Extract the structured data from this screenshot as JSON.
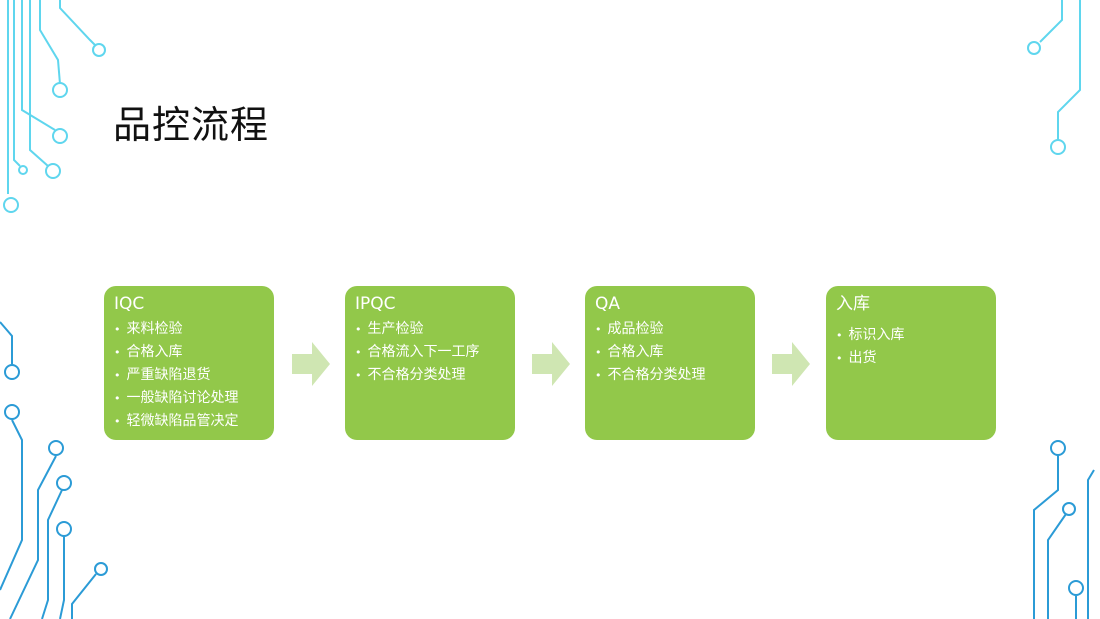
{
  "title": "品控流程",
  "colors": {
    "box": "#92c84a",
    "arrow": "#cfe6b2"
  },
  "steps": [
    {
      "title": "IQC",
      "items": [
        "来料检验",
        "合格入库",
        "严重缺陷退货",
        "一般缺陷讨论处理",
        "轻微缺陷品管决定"
      ]
    },
    {
      "title": "IPQC",
      "items": [
        "生产检验",
        "合格流入下一工序",
        "不合格分类处理"
      ]
    },
    {
      "title": "QA",
      "items": [
        "成品检验",
        "合格入库",
        "不合格分类处理"
      ]
    },
    {
      "title": "入库",
      "items": [
        "标识入库",
        "出货"
      ]
    }
  ]
}
